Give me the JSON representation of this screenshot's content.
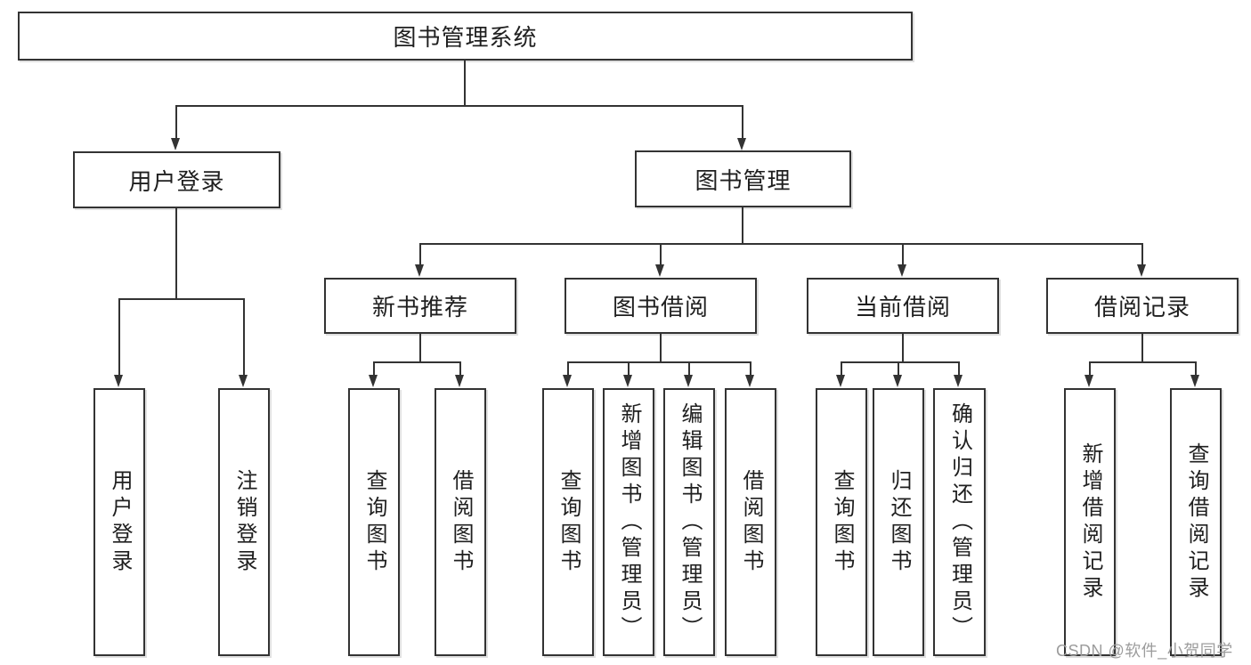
{
  "tree": {
    "root": {
      "label": "图书管理系统"
    },
    "branches": [
      {
        "label": "用户登录",
        "children": [
          {
            "label": "用户登录"
          },
          {
            "label": "注销登录"
          }
        ]
      },
      {
        "label": "图书管理",
        "children": [
          {
            "label": "新书推荐",
            "children": [
              {
                "label": "查询图书"
              },
              {
                "label": "借阅图书"
              }
            ]
          },
          {
            "label": "图书借阅",
            "children": [
              {
                "label": "查询图书"
              },
              {
                "label": "新增图书（管理员）"
              },
              {
                "label": "编辑图书（管理员）"
              },
              {
                "label": "借阅图书"
              }
            ]
          },
          {
            "label": "当前借阅",
            "children": [
              {
                "label": "查询图书"
              },
              {
                "label": "归还图书"
              },
              {
                "label": "确认归还（管理员）"
              }
            ]
          },
          {
            "label": "借阅记录",
            "children": [
              {
                "label": "新增借阅记录"
              },
              {
                "label": "查询借阅记录"
              }
            ]
          }
        ]
      }
    ]
  },
  "watermark": {
    "text": "CSDN @软件_小贺同学"
  },
  "colors": {
    "line": "#333333",
    "text": "#1f1f1f",
    "background": "#ffffff",
    "watermark": "#9c9c9c"
  }
}
